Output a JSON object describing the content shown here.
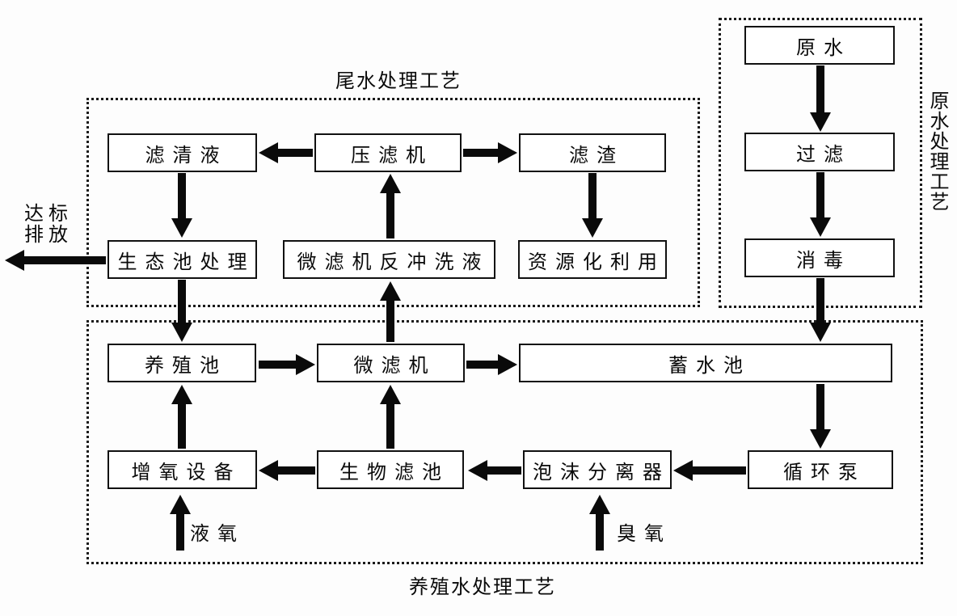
{
  "diagram": {
    "colors": {
      "line": "#0a0a0a",
      "box_background": "#ffffff",
      "page_background": "#fdfdfd"
    },
    "groups": {
      "tailwater": {
        "title": "尾水处理工艺"
      },
      "rawwater": {
        "title": "原水处理工艺"
      },
      "aquaculture": {
        "title": "养殖水处理工艺"
      }
    },
    "nodes": {
      "filtrate": "滤清液",
      "filter_press": "压滤机",
      "filter_residue": "滤渣",
      "eco_pond": "生态池处理",
      "microfilter_backwash": "微滤机反冲洗液",
      "resource_utilization": "资源化利用",
      "raw_water": "原水",
      "filter": "过滤",
      "disinfect": "消毒",
      "culture_pond": "养殖池",
      "microfilter": "微滤机",
      "storage_pond": "蓄水池",
      "aeration_equipment": "增氧设备",
      "bio_filter": "生物滤池",
      "foam_separator": "泡沫分离器",
      "circulation_pump": "循环泵"
    },
    "external_labels": {
      "discharge": "达标排放",
      "liquid_oxygen": "液氧",
      "ozone": "臭氧"
    },
    "edges": [
      {
        "from": "raw_water",
        "to": "filter"
      },
      {
        "from": "filter",
        "to": "disinfect"
      },
      {
        "from": "disinfect",
        "to": "storage_pond"
      },
      {
        "from": "filter_press",
        "to": "filtrate"
      },
      {
        "from": "filter_press",
        "to": "filter_residue"
      },
      {
        "from": "filtrate",
        "to": "eco_pond"
      },
      {
        "from": "filter_residue",
        "to": "resource_utilization"
      },
      {
        "from": "microfilter_backwash",
        "to": "filter_press"
      },
      {
        "from": "eco_pond",
        "to": "discharge"
      },
      {
        "from": "eco_pond",
        "to": "culture_pond"
      },
      {
        "from": "culture_pond",
        "to": "microfilter"
      },
      {
        "from": "microfilter",
        "to": "storage_pond"
      },
      {
        "from": "microfilter",
        "to": "microfilter_backwash"
      },
      {
        "from": "storage_pond",
        "to": "circulation_pump"
      },
      {
        "from": "circulation_pump",
        "to": "foam_separator"
      },
      {
        "from": "foam_separator",
        "to": "bio_filter"
      },
      {
        "from": "bio_filter",
        "to": "aeration_equipment"
      },
      {
        "from": "bio_filter",
        "to": "microfilter"
      },
      {
        "from": "aeration_equipment",
        "to": "culture_pond"
      },
      {
        "from": "liquid_oxygen",
        "to": "aeration_equipment"
      },
      {
        "from": "ozone",
        "to": "foam_separator"
      }
    ]
  }
}
